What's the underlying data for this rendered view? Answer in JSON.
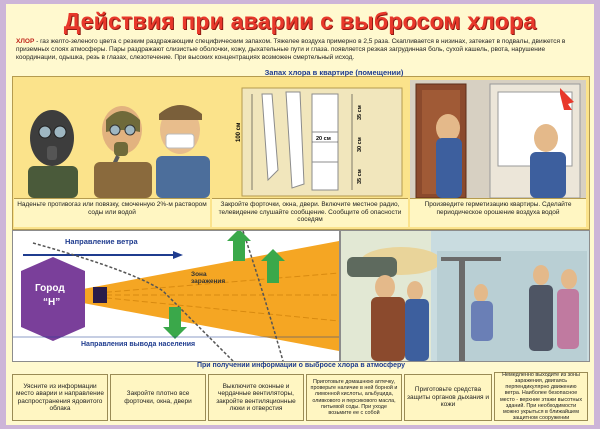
{
  "title": "Действия при аварии с выбросом хлора",
  "intro": {
    "term": "ХЛОР",
    "text": " - газ желто-зеленого цвета с резким раздражающим специфическим запахом. Тяжелее воздуха примерно  в 2,5 раза. Скапливается в низинах, затекает в подвалы, движется в приземных слоях атмосферы. Пары раздражают слизистые оболочки, кожу, дыхательные пути и глаза. появляется резкая загрудинная боль, сухой кашель, рвота, нарушение координации, одышка, резь в глазах, слезотечение. При высоких концентрациях возможен смертельный исход."
  },
  "apartment_label": "Запах хлора в квартире (помещении)",
  "captions": {
    "gas_masks": "Наденьте противогаз или повязку, смоченную 2%-м раствором соды или водой",
    "close_windows": "Закройте форточки, окна, двери. Включите местное радио, телевидение слушайте сообщение. Сообщите об опасности соседям",
    "seal_apartment": "Произведите герметизацию квартиры. Сделайте периодическое орошение воздуха водой"
  },
  "dims": {
    "d100": "100 см",
    "d20": "20 см",
    "d35a": "35 см",
    "d30": "30 см",
    "d35b": "35 см"
  },
  "map": {
    "wind_direction": "Направление ветра",
    "city_name": "Город",
    "city_letter": "“Н”",
    "zone": "Зона заражения",
    "evacuation": "Направления вывода населения"
  },
  "info_title": "При получении информации о выбросе хлора в атмосферу",
  "boxes": [
    "Уясните из информации место аварии и направление распространения ядовитого облака",
    "Закройте плотно все форточки, окна, двери",
    "Выключите оконные и чердачные вентиляторы, закройте вентиляционные люки и отверстия",
    "Приготовьте домашнюю аптечку, проверьте наличие в ней борной и лимонной кислоты, альбуцида, оливкового и персикового масла, питьевой соды. При уходе возьмите ее с собой",
    "Приготовьте средства защиты органов дыхания и кожи",
    "Немедленно выходите из зоны заражения, двигаясь перпендикулярно движению ветра. Наиболее безопасное место - верхние этажи высотных зданий. При необходимости можно укрыться в ближайшем защитном сооружении"
  ],
  "colors": {
    "title_red": "#e8382b",
    "label_blue": "#1f3c8f",
    "panel_yellow": "#fbe38b",
    "zone_orange": "#f5a623",
    "city_purple": "#7a3f9a"
  }
}
